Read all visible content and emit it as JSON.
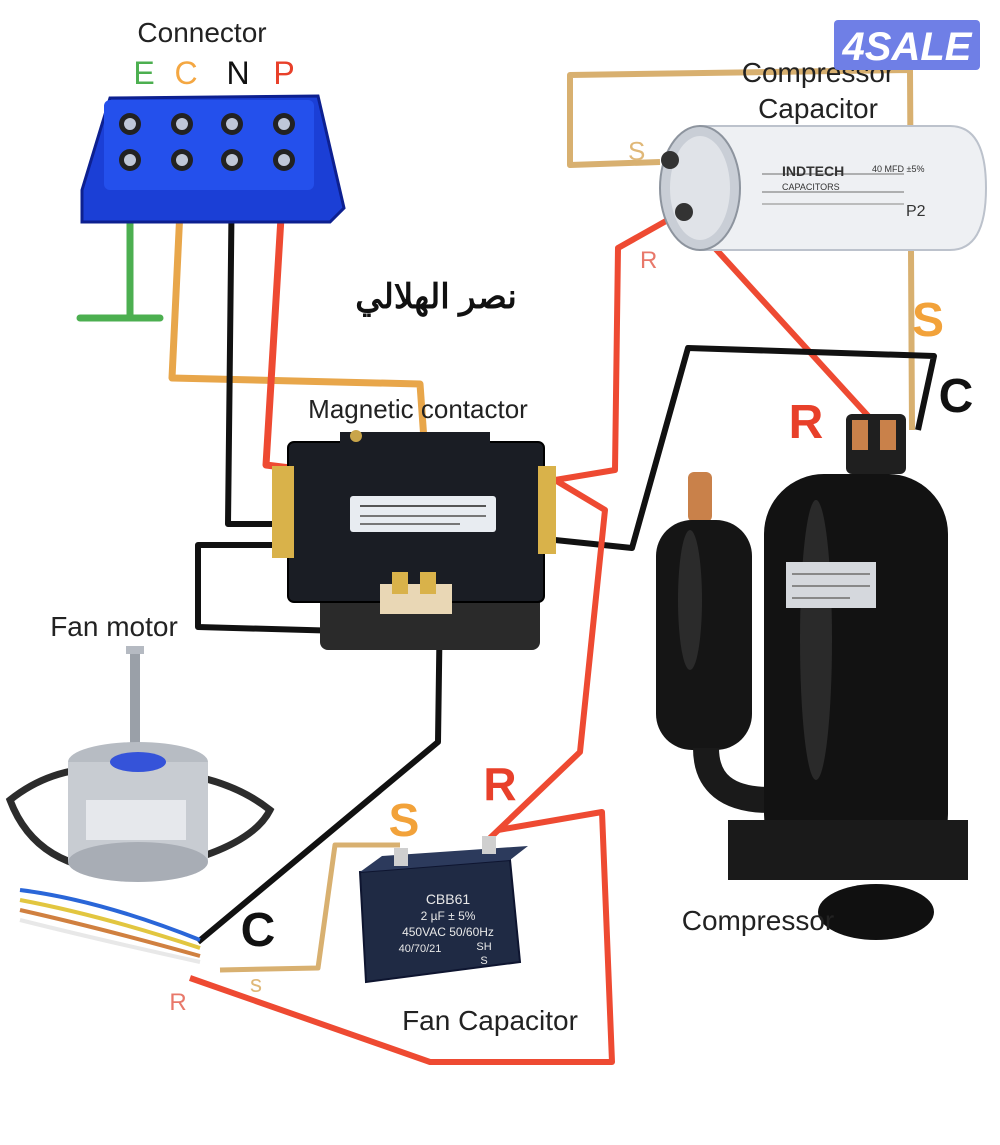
{
  "watermark": "4SALE",
  "author_arabic": "نصر الهلالي",
  "connector": {
    "title": "Connector",
    "terminals": [
      {
        "letter": "E",
        "color": "#4caf50"
      },
      {
        "letter": "C",
        "color": "#f4a742"
      },
      {
        "letter": "N",
        "color": "#111111"
      },
      {
        "letter": "P",
        "color": "#e8402a"
      }
    ]
  },
  "magnetic_contactor": {
    "title": "Magnetic contactor"
  },
  "compressor_capacitor": {
    "title_line1": "Compressor",
    "title_line2": "Capacitor",
    "brand": "INDTECH",
    "brand_sub": "CAPACITORS",
    "rating": "40 MFD ±5%",
    "s_label": "S",
    "r_label": "R",
    "model": "P2"
  },
  "compressor": {
    "title": "Compressor",
    "r_label": "R",
    "s_label": "S",
    "c_label": "C"
  },
  "fan_motor": {
    "title": "Fan motor",
    "c_label": "C",
    "s_label": "s",
    "r_label": "R"
  },
  "fan_capacitor": {
    "title": "Fan Capacitor",
    "s_label": "S",
    "r_label": "R",
    "model": "CBB61",
    "spec1": "2 µF ± 5%",
    "spec2": "450VAC 50/60Hz",
    "spec3": "40/70/21",
    "spec4": "SH",
    "spec5": "S"
  },
  "colors": {
    "earth": "#4caf50",
    "common": "#e8a64a",
    "neutral": "#111111",
    "phase": "#ee4a32",
    "label_orange": "#f2a23a",
    "label_red": "#e8402a",
    "terminal_blue": "#1b3fd6",
    "watermark_bg": "#6f7fe6"
  }
}
